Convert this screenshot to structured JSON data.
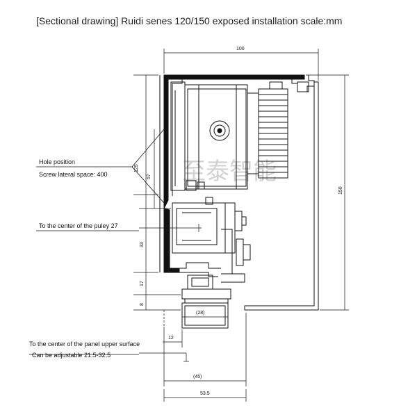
{
  "title": "[Sectional drawing] Ruidi senes 120/150 exposed installation scale:mm",
  "watermark": "至泰智能",
  "annotations": {
    "hole_position": "Hole position",
    "screw_space": "Screw lateral space: 400",
    "pulley_center": "To the center of the puley 27",
    "panel_center": "To the center of the panel upper surface",
    "adjustable": "Can be adjustable 21.5-32.5"
  },
  "dimensions": {
    "top_width": "100",
    "height_right": "150",
    "d125": "125",
    "d57": "57",
    "d33": "33",
    "d17": "17",
    "d8": "8",
    "d28": "(28)",
    "d12": "12",
    "d45": "(45)",
    "d53_5": "53.5"
  }
}
